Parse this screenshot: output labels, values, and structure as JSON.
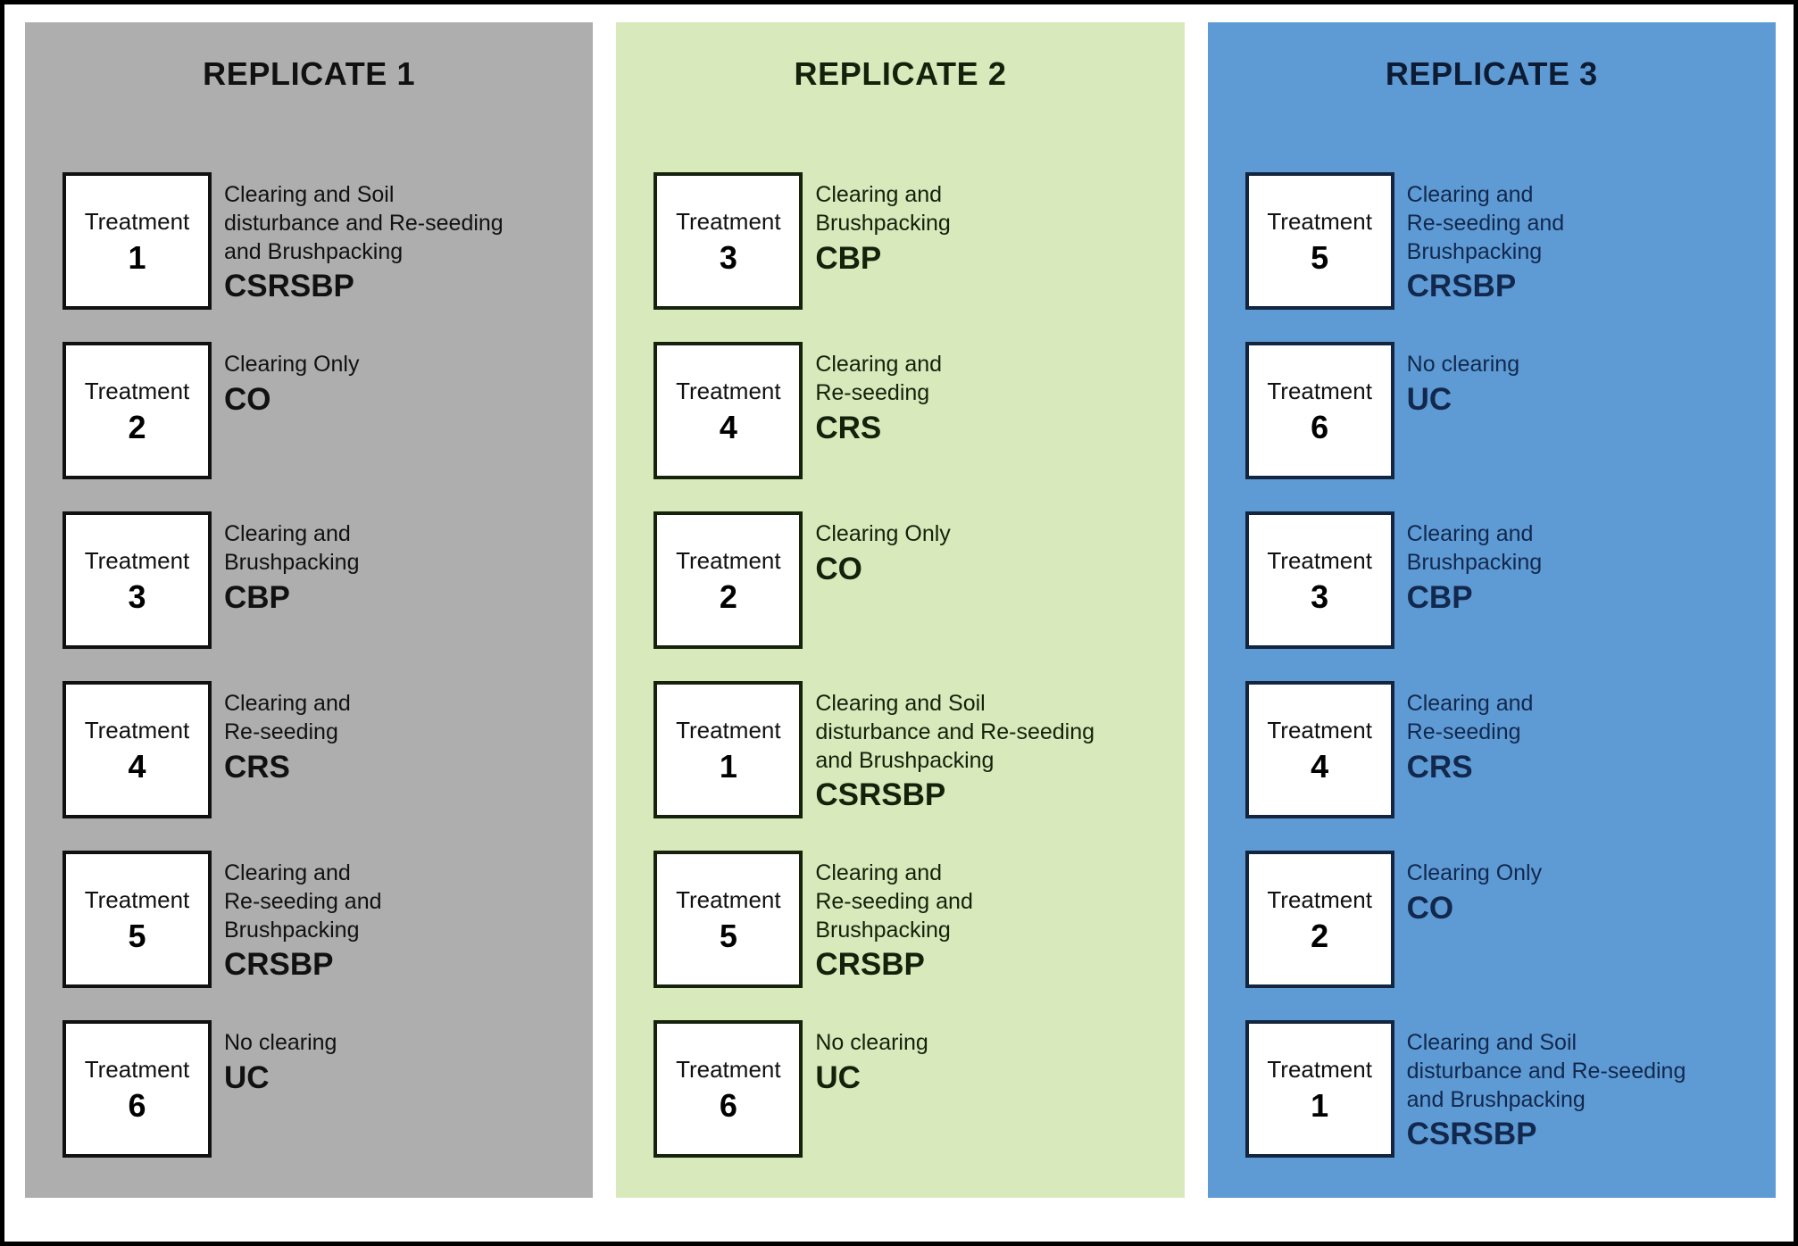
{
  "figure": {
    "outer_border_color": "#000000",
    "background": "#ffffff"
  },
  "panels": [
    {
      "id": "replicate-1",
      "title": "REPLICATE 1",
      "background_color": "#aeaeae",
      "text_color": "#111111",
      "rows": [
        {
          "box_label": "Treatment",
          "box_number": "1",
          "description": "Clearing and Soil\ndisturbance and Re-seeding\nand Brushpacking",
          "code": "CSRSBP"
        },
        {
          "box_label": "Treatment",
          "box_number": "2",
          "description": "Clearing Only",
          "code": "CO"
        },
        {
          "box_label": "Treatment",
          "box_number": "3",
          "description": "Clearing and\nBrushpacking",
          "code": "CBP"
        },
        {
          "box_label": "Treatment",
          "box_number": "4",
          "description": "Clearing and\nRe-seeding",
          "code": "CRS"
        },
        {
          "box_label": "Treatment",
          "box_number": "5",
          "description": "Clearing and\nRe-seeding and\nBrushpacking",
          "code": "CRSBP"
        },
        {
          "box_label": "Treatment",
          "box_number": "6",
          "description": "No clearing",
          "code": "UC"
        }
      ]
    },
    {
      "id": "replicate-2",
      "title": "REPLICATE 2",
      "background_color": "#d8e9bb",
      "text_color": "#14210b",
      "rows": [
        {
          "box_label": "Treatment",
          "box_number": "3",
          "description": "Clearing and\nBrushpacking",
          "code": "CBP"
        },
        {
          "box_label": "Treatment",
          "box_number": "4",
          "description": "Clearing and\nRe-seeding",
          "code": "CRS"
        },
        {
          "box_label": "Treatment",
          "box_number": "2",
          "description": "Clearing Only",
          "code": "CO"
        },
        {
          "box_label": "Treatment",
          "box_number": "1",
          "description": "Clearing and Soil\ndisturbance and Re-seeding\nand Brushpacking",
          "code": "CSRSBP"
        },
        {
          "box_label": "Treatment",
          "box_number": "5",
          "description": "Clearing and\nRe-seeding and\nBrushpacking",
          "code": "CRSBP"
        },
        {
          "box_label": "Treatment",
          "box_number": "6",
          "description": "No clearing",
          "code": "UC"
        }
      ]
    },
    {
      "id": "replicate-3",
      "title": "REPLICATE 3",
      "background_color": "#5e9bd5",
      "text_color": "#12284d",
      "rows": [
        {
          "box_label": "Treatment",
          "box_number": "5",
          "description": "Clearing and\nRe-seeding and\nBrushpacking",
          "code": "CRSBP"
        },
        {
          "box_label": "Treatment",
          "box_number": "6",
          "description": "No clearing",
          "code": "UC"
        },
        {
          "box_label": "Treatment",
          "box_number": "3",
          "description": "Clearing and\nBrushpacking",
          "code": "CBP"
        },
        {
          "box_label": "Treatment",
          "box_number": "4",
          "description": "Clearing and\nRe-seeding",
          "code": "CRS"
        },
        {
          "box_label": "Treatment",
          "box_number": "2",
          "description": "Clearing Only",
          "code": "CO"
        },
        {
          "box_label": "Treatment",
          "box_number": "1",
          "description": "Clearing and Soil\ndisturbance and Re-seeding\nand Brushpacking",
          "code": "CSRSBP"
        }
      ]
    }
  ]
}
